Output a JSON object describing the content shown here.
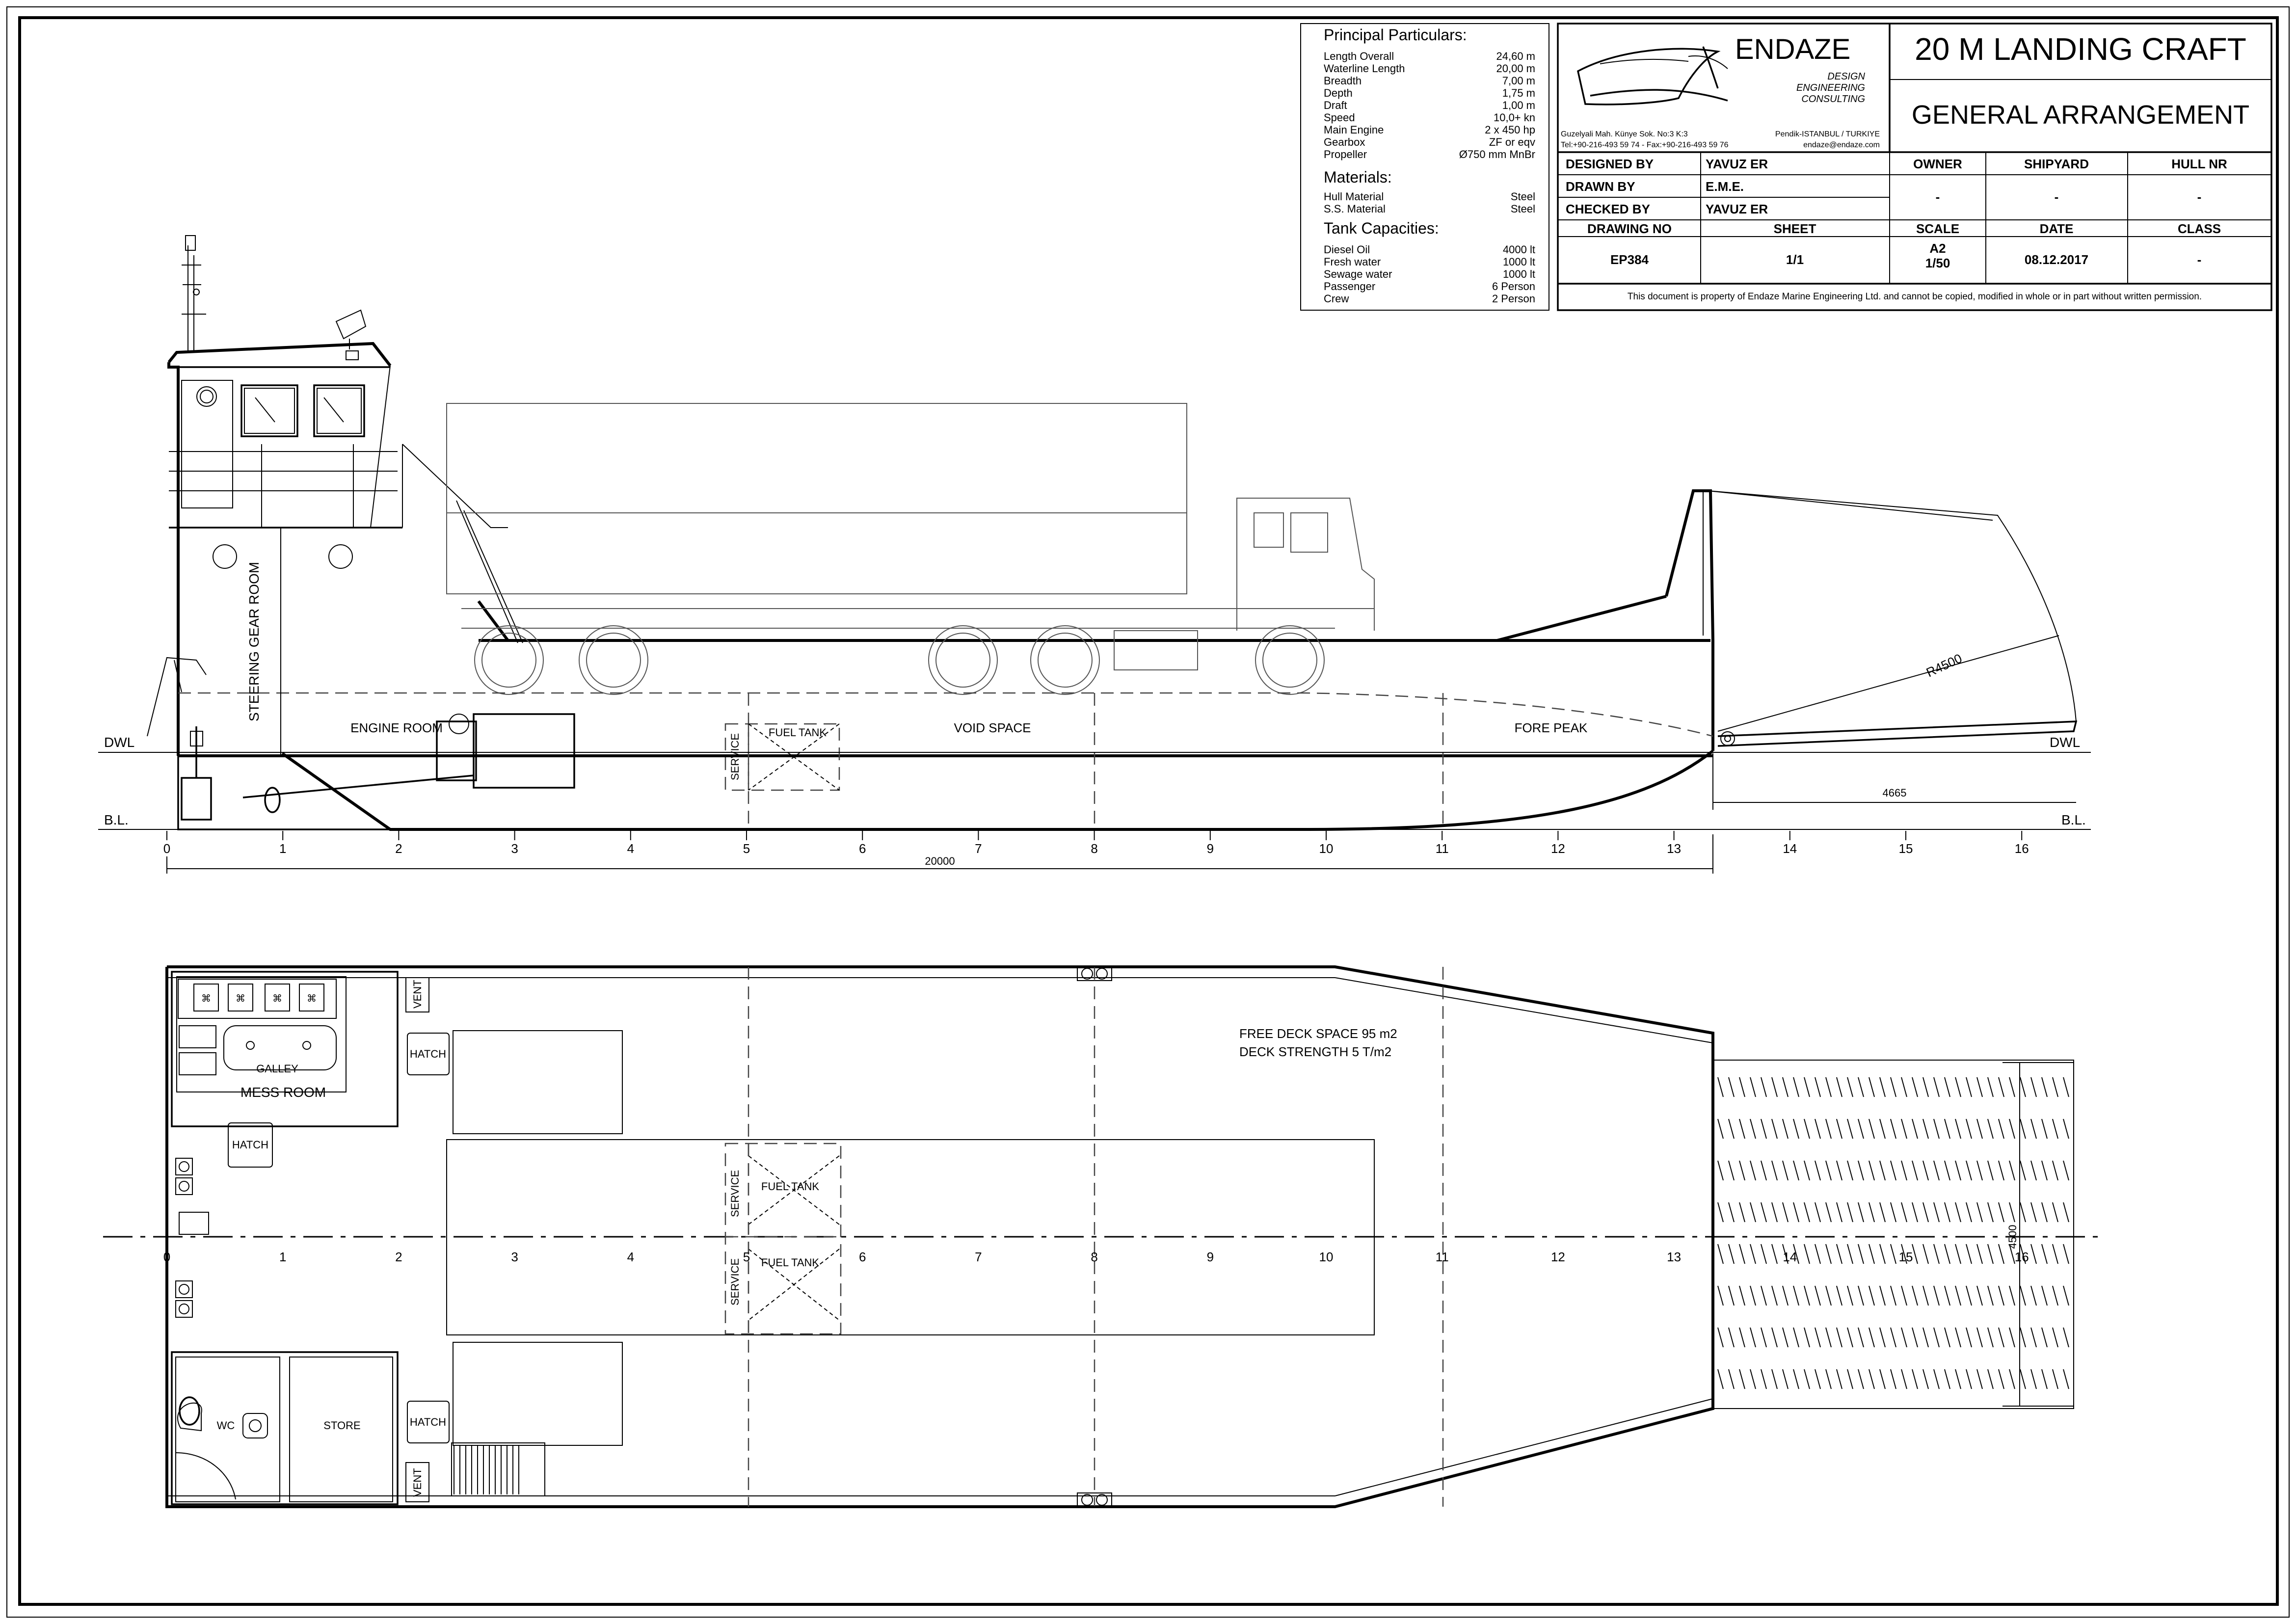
{
  "title_block": {
    "company": "ENDAZE",
    "tagline": [
      "DESIGN",
      "ENGINEERING",
      "CONSULTING"
    ],
    "address_left": "Guzelyali Mah. Künye Sok. No:3 K:3",
    "address_right": "Pendik-ISTANBUL / TURKIYE",
    "phone": "Tel:+90-216-493 59 74 - Fax:+90-216-493 59 76",
    "email": "endaze@endaze.com",
    "project_title": "20 M LANDING CRAFT",
    "drawing_title": "GENERAL ARRANGEMENT",
    "designed_by_label": "DESIGNED BY",
    "designed_by": "YAVUZ ER",
    "drawn_by_label": "DRAWN BY",
    "drawn_by": "E.M.E.",
    "checked_by_label": "CHECKED BY",
    "checked_by": "YAVUZ ER",
    "owner_label": "OWNER",
    "owner": "-",
    "shipyard_label": "SHIPYARD",
    "shipyard": "-",
    "hull_nr_label": "HULL NR",
    "hull_nr": "-",
    "drawing_no_label": "DRAWING NO",
    "drawing_no": "EP384",
    "sheet_label": "SHEET",
    "sheet": "1/1",
    "scale_label": "SCALE",
    "scale_paper": "A2",
    "scale": "1/50",
    "date_label": "DATE",
    "date": "08.12.2017",
    "class_label": "CLASS",
    "class": "-",
    "notice": "This document is property of  Endaze Marine Engineering Ltd. and cannot be copied, modified in whole or in part without written permission."
  },
  "particulars": {
    "heading": "Principal Particulars:",
    "rows": [
      {
        "label": "Length Overall",
        "value": "24,60 m"
      },
      {
        "label": "Waterline Length",
        "value": "20,00 m"
      },
      {
        "label": "Breadth",
        "value": "7,00 m"
      },
      {
        "label": "Depth",
        "value": "1,75 m"
      },
      {
        "label": "Draft",
        "value": "1,00 m"
      },
      {
        "label": "Speed",
        "value": "10,0+ kn"
      },
      {
        "label": "Main Engine",
        "value": "2 x 450 hp"
      },
      {
        "label": "Gearbox",
        "value": "ZF or eqv"
      },
      {
        "label": "Propeller",
        "value": "Ø750 mm MnBr"
      }
    ],
    "materials_heading": "Materials:",
    "materials": [
      {
        "label": "Hull Material",
        "value": "Steel"
      },
      {
        "label": "S.S. Material",
        "value": "Steel"
      }
    ],
    "tanks_heading": "Tank Capacities:",
    "tanks": [
      {
        "label": "Diesel Oil",
        "value": "4000 lt"
      },
      {
        "label": "Fresh water",
        "value": "1000 lt"
      },
      {
        "label": "Sewage water",
        "value": "1000 lt"
      },
      {
        "label": "Passenger",
        "value": "6 Person"
      },
      {
        "label": "Crew",
        "value": "2 Person"
      }
    ]
  },
  "profile": {
    "steering_gear_room": "STEERING GEAR ROOM",
    "engine_room": "ENGINE ROOM",
    "fuel_tank": "FUEL TANK",
    "service": "SERVICE",
    "void_space": "VOID SPACE",
    "fore_peak": "FORE PEAK",
    "dwl": "DWL",
    "bl": "B.L.",
    "ramp_radius": "R4500",
    "ramp_length": "4665",
    "overall_length": "20000",
    "frames": [
      "0",
      "1",
      "2",
      "3",
      "4",
      "5",
      "6",
      "7",
      "8",
      "9",
      "10",
      "11",
      "12",
      "13",
      "14",
      "15",
      "16"
    ]
  },
  "plan": {
    "vent": "VENT",
    "hatch": "HATCH",
    "galley": "GALLEY",
    "mess_room": "MESS ROOM",
    "wc": "WC",
    "store": "STORE",
    "fuel_tank": "FUEL TANK",
    "service": "SERVICE",
    "deck_space": "FREE DECK SPACE 95 m2",
    "deck_strength": "DECK STRENGTH  5 T/m2",
    "ramp_width": "4500",
    "frames": [
      "0",
      "1",
      "2",
      "3",
      "4",
      "5",
      "6",
      "7",
      "8",
      "9",
      "10",
      "11",
      "12",
      "13",
      "14",
      "15",
      "16"
    ]
  }
}
